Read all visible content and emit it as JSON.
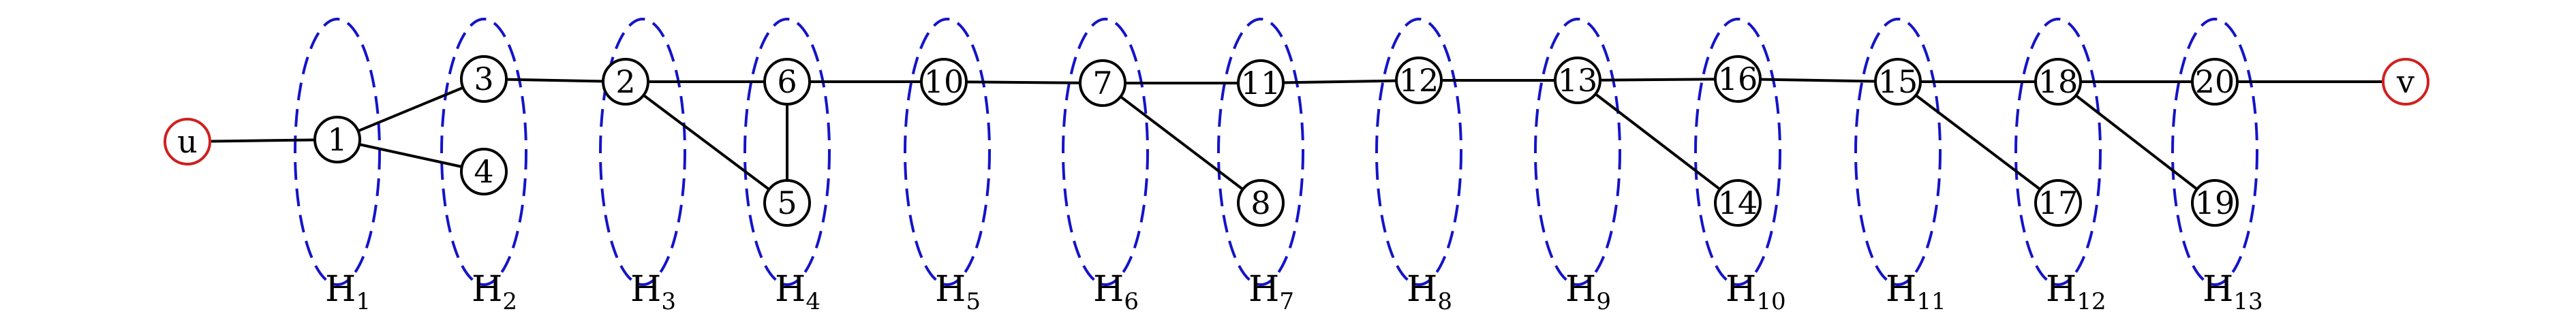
{
  "groups": [
    {
      "name": "H",
      "sub": "1"
    },
    {
      "name": "H",
      "sub": "2"
    },
    {
      "name": "H",
      "sub": "3"
    },
    {
      "name": "H",
      "sub": "4"
    },
    {
      "name": "H",
      "sub": "5"
    },
    {
      "name": "H",
      "sub": "6"
    },
    {
      "name": "H",
      "sub": "7"
    },
    {
      "name": "H",
      "sub": "8"
    },
    {
      "name": "H",
      "sub": "9"
    },
    {
      "name": "H",
      "sub": "10"
    },
    {
      "name": "H",
      "sub": "11"
    },
    {
      "name": "H",
      "sub": "12"
    },
    {
      "name": "H",
      "sub": "13"
    }
  ],
  "terminals": [
    {
      "id": "u",
      "label": "u"
    },
    {
      "id": "v",
      "label": "v"
    }
  ],
  "nodes": [
    {
      "id": "1",
      "label": "1",
      "group": "1"
    },
    {
      "id": "3",
      "label": "3",
      "group": "2"
    },
    {
      "id": "4",
      "label": "4",
      "group": "2"
    },
    {
      "id": "2",
      "label": "2",
      "group": "3"
    },
    {
      "id": "6",
      "label": "6",
      "group": "4"
    },
    {
      "id": "5",
      "label": "5",
      "group": "4"
    },
    {
      "id": "10",
      "label": "10",
      "group": "5"
    },
    {
      "id": "7",
      "label": "7",
      "group": "6"
    },
    {
      "id": "11",
      "label": "11",
      "group": "7"
    },
    {
      "id": "8",
      "label": "8",
      "group": "7"
    },
    {
      "id": "12",
      "label": "12",
      "group": "8"
    },
    {
      "id": "13",
      "label": "13",
      "group": "9"
    },
    {
      "id": "16",
      "label": "16",
      "group": "10"
    },
    {
      "id": "14",
      "label": "14",
      "group": "10"
    },
    {
      "id": "15",
      "label": "15",
      "group": "11"
    },
    {
      "id": "18",
      "label": "18",
      "group": "12"
    },
    {
      "id": "17",
      "label": "17",
      "group": "12"
    },
    {
      "id": "20",
      "label": "20",
      "group": "13"
    },
    {
      "id": "19",
      "label": "19",
      "group": "13"
    }
  ],
  "edges": [
    [
      "u",
      "1"
    ],
    [
      "1",
      "3"
    ],
    [
      "1",
      "4"
    ],
    [
      "3",
      "2"
    ],
    [
      "2",
      "6"
    ],
    [
      "2",
      "5"
    ],
    [
      "6",
      "5"
    ],
    [
      "6",
      "10"
    ],
    [
      "10",
      "7"
    ],
    [
      "7",
      "11"
    ],
    [
      "7",
      "8"
    ],
    [
      "11",
      "12"
    ],
    [
      "12",
      "13"
    ],
    [
      "13",
      "16"
    ],
    [
      "13",
      "14"
    ],
    [
      "16",
      "15"
    ],
    [
      "15",
      "18"
    ],
    [
      "15",
      "17"
    ],
    [
      "18",
      "20"
    ],
    [
      "18",
      "19"
    ],
    [
      "20",
      "v"
    ]
  ]
}
